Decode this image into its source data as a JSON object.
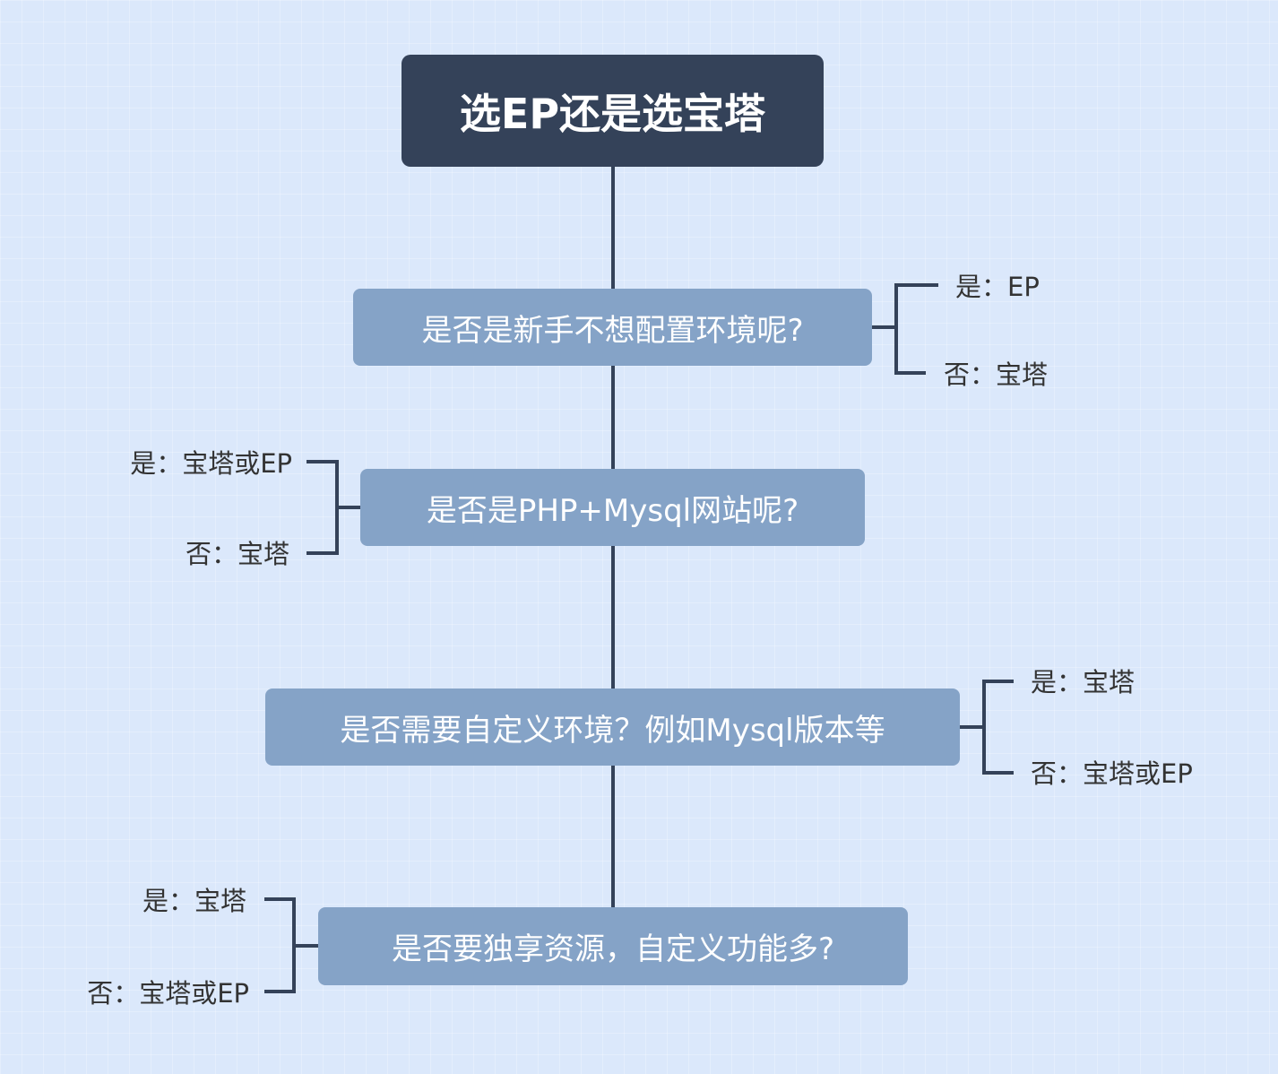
{
  "title": "选EP还是选宝塔",
  "questions": [
    {
      "text": "是否是新手不想配置环境呢?",
      "yes": "是：EP",
      "no": "否：宝塔"
    },
    {
      "text": "是否是PHP+Mysql网站呢?",
      "yes": "是：宝塔或EP",
      "no": "否：宝塔"
    },
    {
      "text": "是否需要自定义环境？例如Mysql版本等",
      "yes": "是：宝塔",
      "no": "否：宝塔或EP"
    },
    {
      "text": "是否要独享资源，自定义功能多?",
      "yes": "是：宝塔",
      "no": "否：宝塔或EP"
    }
  ]
}
